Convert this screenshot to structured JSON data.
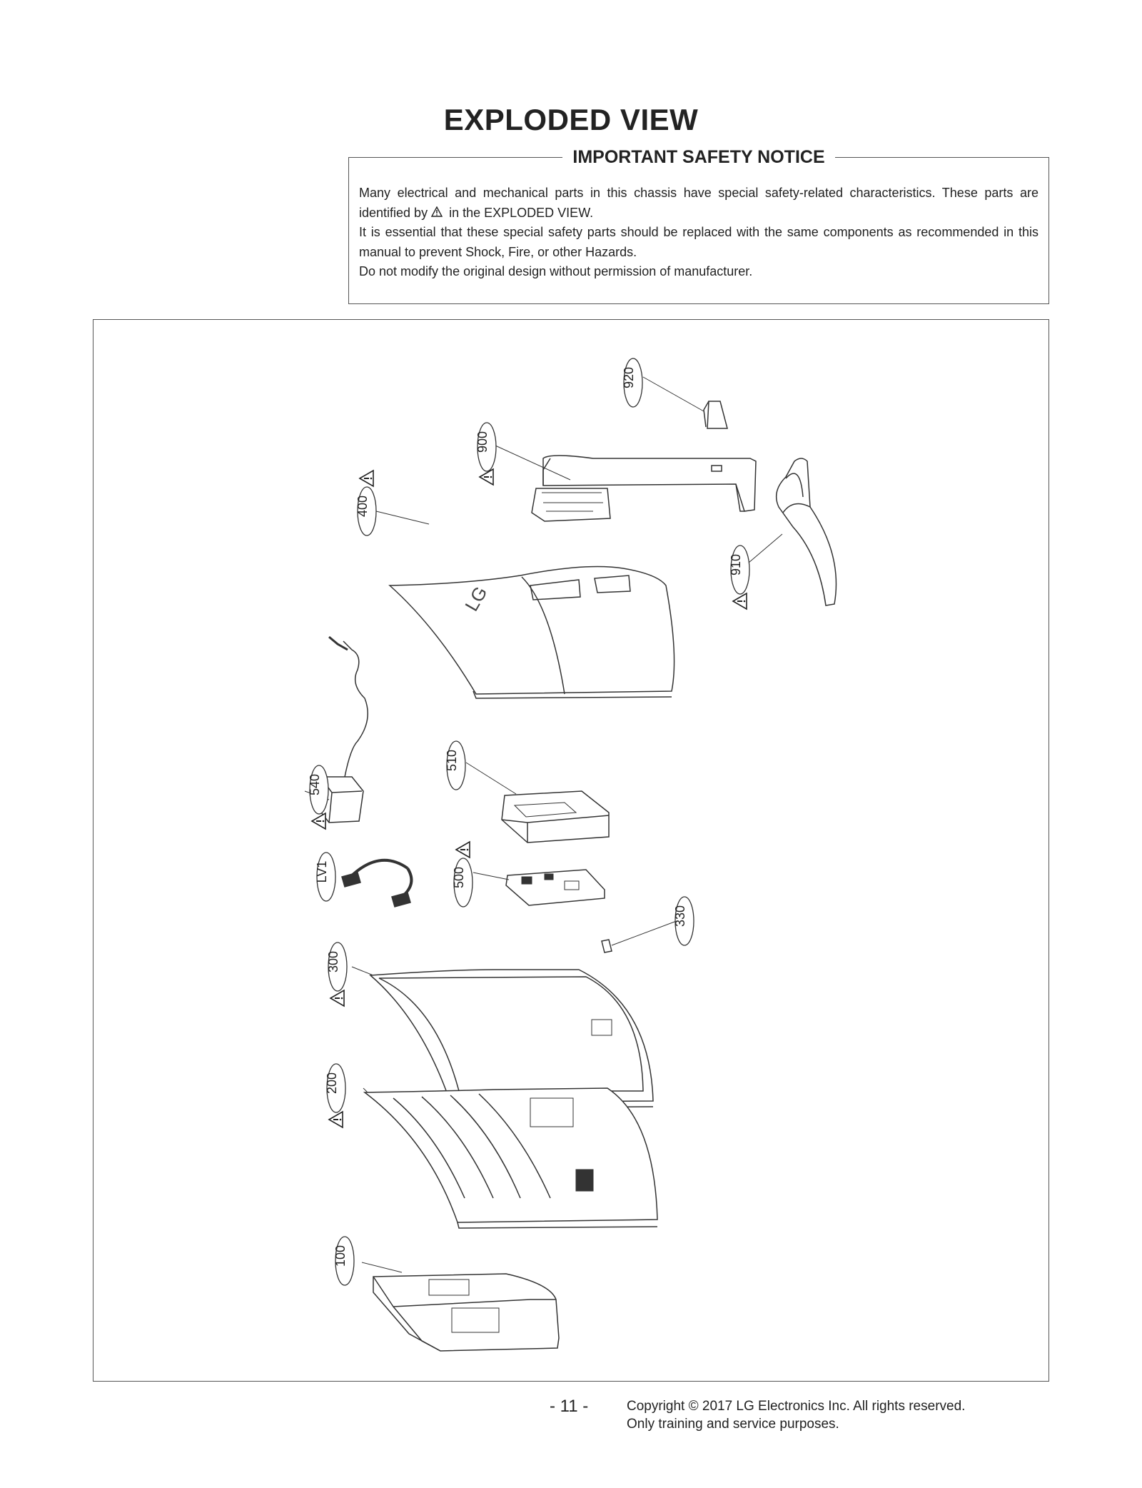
{
  "title": "EXPLODED VIEW",
  "notice": {
    "heading": "IMPORTANT SAFETY NOTICE",
    "line1a": "Many electrical and mechanical parts in this chassis have special safety-related characteristics. These parts are identified by",
    "line1b": "in the  EXPLODED VIEW.",
    "line2": "It is essential that these special safety parts should be replaced with the same components as recommended in this manual to prevent Shock, Fire, or other Hazards.",
    "line3": "Do not modify the original design without permission of manufacturer."
  },
  "parts": {
    "p920": "920",
    "p900": "900",
    "p400": "400",
    "p910": "910",
    "p540": "540",
    "p510": "510",
    "pLV1": "LV1",
    "p500": "500",
    "p330": "330",
    "p300": "300",
    "p200": "200",
    "p100": "100",
    "logo": "LG"
  },
  "footer": {
    "page": "- 11 -",
    "copyright": "Copyright © 2017 LG Electronics Inc. All rights reserved.",
    "purpose": "Only training and service purposes."
  }
}
